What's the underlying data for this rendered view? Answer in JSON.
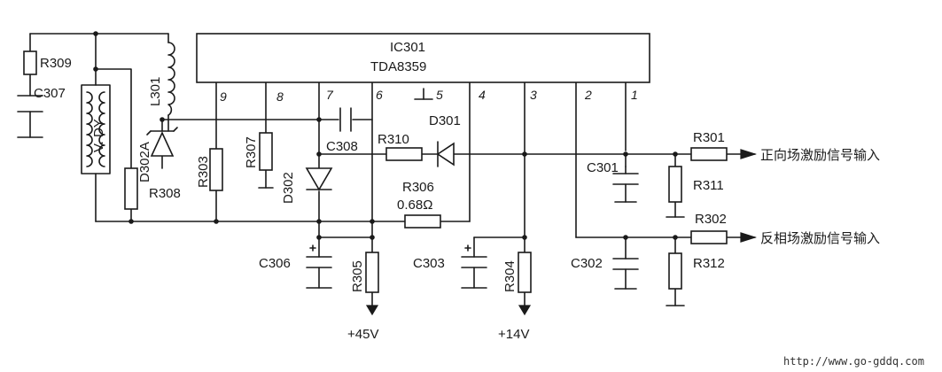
{
  "ic": {
    "ref": "IC301",
    "part": "TDA8359"
  },
  "pins": [
    "9",
    "8",
    "7",
    "6",
    "5",
    "4",
    "3",
    "2",
    "1"
  ],
  "components": {
    "r309": "R309",
    "c307": "C307",
    "vdy": "V. DY",
    "l301": "L301",
    "d302a": "D302A",
    "r308": "R308",
    "r303": "R303",
    "r307": "R307",
    "d302": "D302",
    "c308": "C308",
    "r310": "R310",
    "d301": "D301",
    "r306": "R306",
    "r306_value": "0.68Ω",
    "c306": "C306",
    "r305": "R305",
    "c303": "C303",
    "r304": "R304",
    "c301": "C301",
    "r311": "R311",
    "r301": "R301",
    "r302": "R302",
    "c302": "C302",
    "r312": "R312"
  },
  "supplies": {
    "v45": "+45V",
    "v14": "+14V"
  },
  "inputs": {
    "positive": "正向场激励信号输入",
    "inverse": "反相场激励信号输入"
  },
  "watermark": "http://www.go-gddq.com"
}
